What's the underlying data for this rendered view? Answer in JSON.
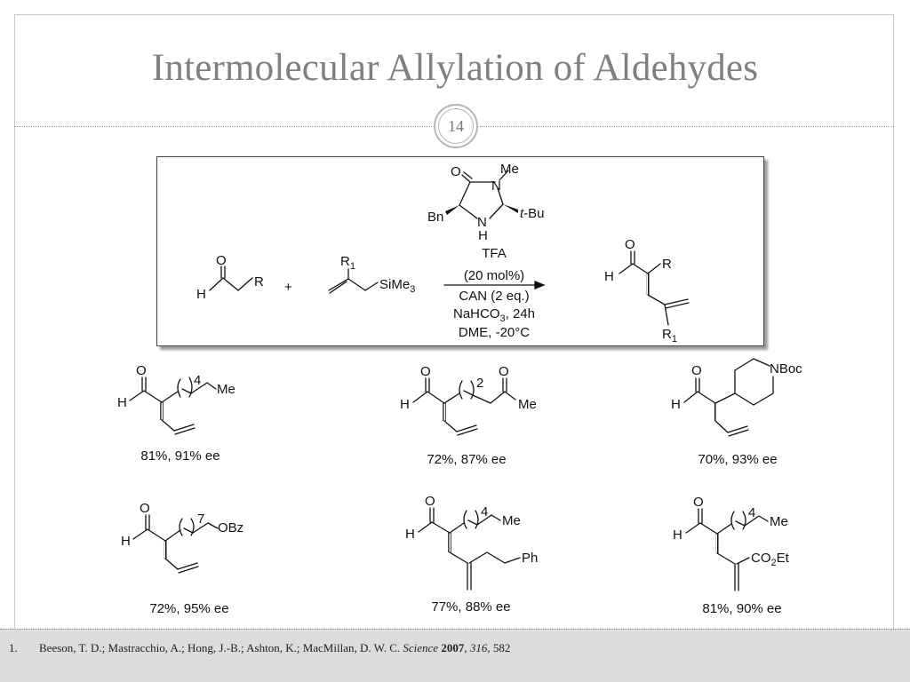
{
  "slide": {
    "title": "Intermolecular Allylation of Aldehydes",
    "number": "14"
  },
  "scheme": {
    "substituent_R": "R",
    "substituent_R1": "R",
    "subscript_1": "1",
    "silyl_group": "SiMe",
    "silyl_sub": "3",
    "plus_sign": "+",
    "aldehyde_H": "H",
    "oxygen": "O",
    "catalyst": {
      "o": "O",
      "n_me": "N",
      "me": "Me",
      "bn": "Bn",
      "nh_n": "N",
      "nh_h": "H",
      "tbu_t": "t",
      "tbu_rest": "-Bu"
    },
    "conditions": {
      "line1": "TFA",
      "line2": "(20 mol%)",
      "line3": "CAN (2 eq.)",
      "line4_a": "NaHCO",
      "line4_sub": "3",
      "line4_b": ", 24h",
      "line5": "DME, -20°C"
    }
  },
  "products": [
    {
      "yield": "81%, 91% ee",
      "chain": "4",
      "end": "Me"
    },
    {
      "yield": "72%, 87% ee",
      "chain": "2",
      "end": "Me",
      "ketone_o": "O"
    },
    {
      "yield": "70%, 93% ee",
      "end": "NBoc"
    },
    {
      "yield": "72%, 95% ee",
      "chain": "7",
      "end": "OBz"
    },
    {
      "yield": "77%, 88% ee",
      "chain": "4",
      "end": "Me",
      "extra": "Ph"
    },
    {
      "yield": "81%, 90% ee",
      "chain": "4",
      "end": "Me",
      "ester_a": "CO",
      "ester_sub": "2",
      "ester_b": "Et"
    }
  ],
  "footer": {
    "num": "1.",
    "authors": "Beeson, T. D.; Mastracchio, A.; Hong, J.-B.; Ashton, K.; MacMillan, D. W. C.",
    "journal": "Science",
    "year": "2007",
    "volume": "316",
    "pages": ", 582"
  },
  "colors": {
    "title": "#808080",
    "footer_bg": "#dcdcdc",
    "frame": "#c8c8c8"
  }
}
